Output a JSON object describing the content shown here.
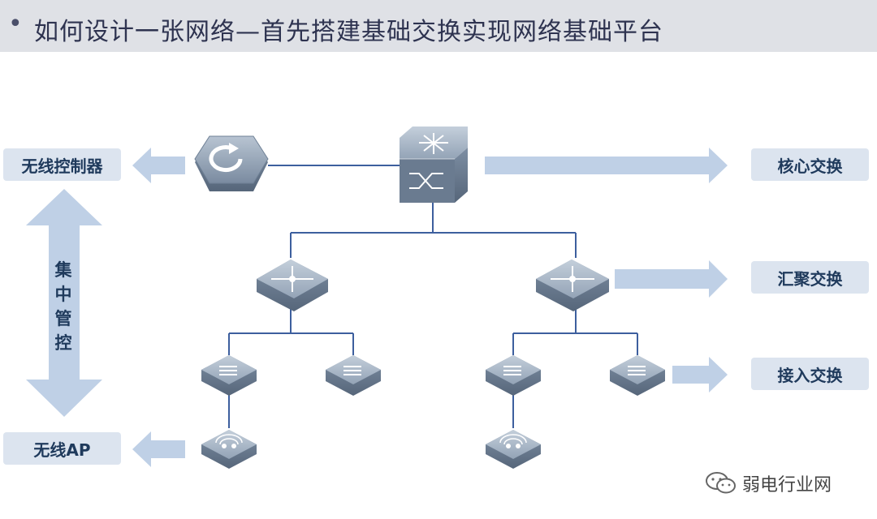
{
  "title": {
    "bullet": "•",
    "text": "如何设计一张网络—首先搭建基础交换实现网络基础平台"
  },
  "layers": {
    "core": "核心交换",
    "aggregation": "汇聚交换",
    "access": "接入交换"
  },
  "wireless": {
    "controller": "无线控制器",
    "ap": "无线AP",
    "management_chars": [
      "集",
      "中",
      "管",
      "控"
    ]
  },
  "watermark": {
    "text": "弱电行业网",
    "icon": "wechat-icon"
  },
  "colors": {
    "title_bar": "#dfe1e6",
    "label_fill": "#dce4ef",
    "label_text": "#1f3a5c",
    "arrow_fill": "#bfd0e6",
    "link_line": "#3d5f9e",
    "device_top": "#a9b6c6",
    "device_side": "#6f8196"
  },
  "icons": {
    "controller": "wireless-controller-icon",
    "core_switch": "core-switch-icon",
    "aggregation_switch": "aggregation-switch-icon",
    "access_switch": "access-switch-icon",
    "access_point": "access-point-icon"
  }
}
